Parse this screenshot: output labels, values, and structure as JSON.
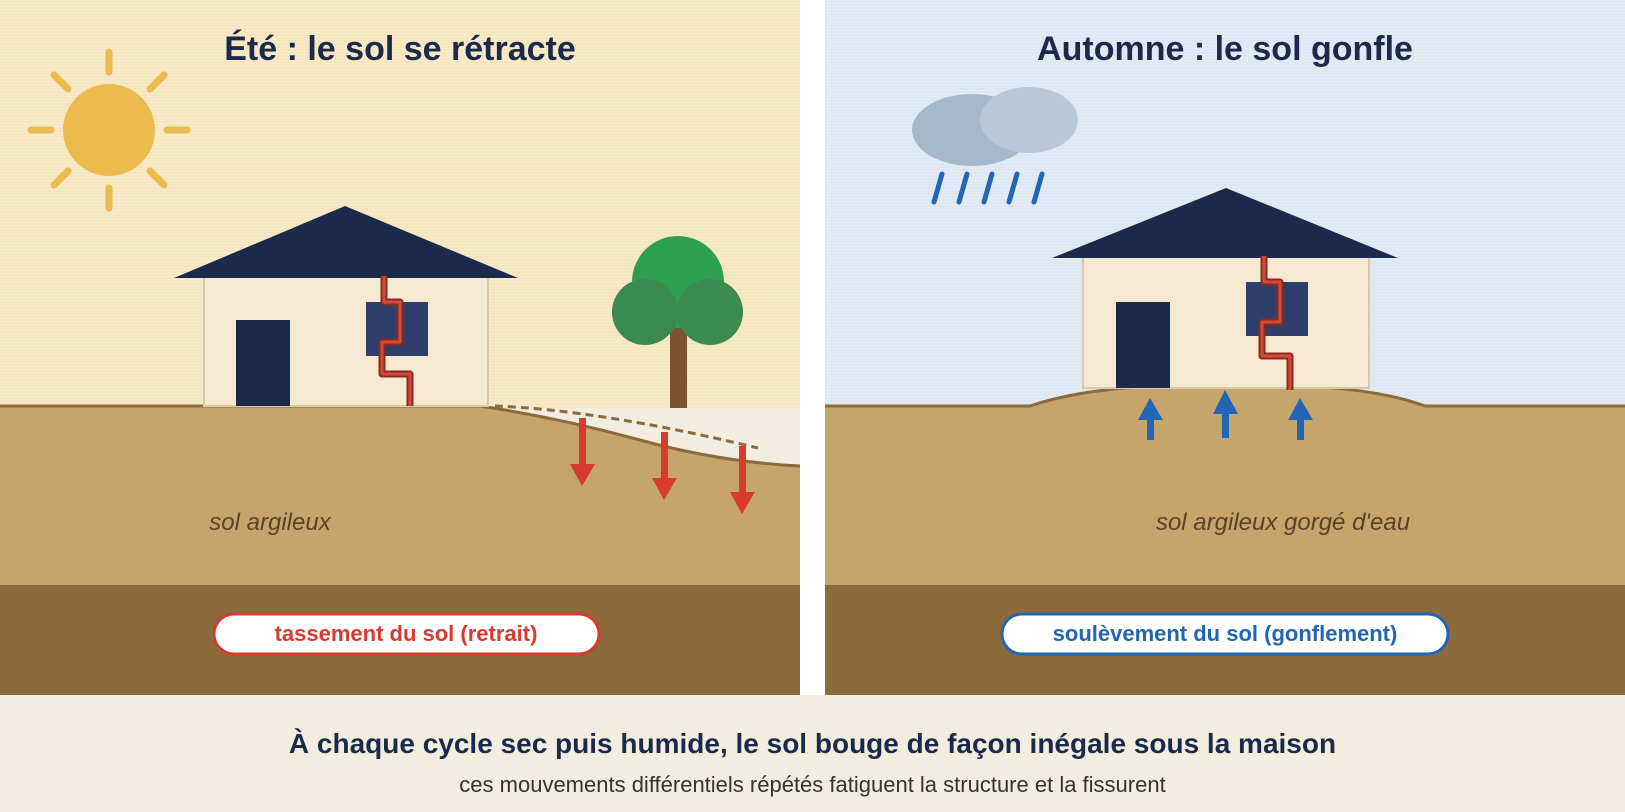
{
  "summer": {
    "title": "Été : le sol se rétracte",
    "soil_label": "sol argileux",
    "badge": "tassement du sol (retrait)",
    "sky_color": "#f5e6bf",
    "accent_color": "#d93a2f"
  },
  "autumn": {
    "title": "Automne : le sol gonfle",
    "soil_label": "sol argileux gorgé d'eau",
    "badge": "soulèvement du sol (gonflement)",
    "sky_color": "#dde8f2",
    "accent_color": "#2266b3"
  },
  "caption": {
    "main": "À chaque cycle sec puis humide, le sol bouge de façon inégale sous la maison",
    "sub": "ces mouvements différentiels répétés fatiguent la structure et la fissurent"
  },
  "colors": {
    "soil": "#c6a56c",
    "deep_soil": "#8b6a3c",
    "roof": "#1b2a4a",
    "wall": "#f5e9d2",
    "crack": "#c0392b",
    "sun": "#ecbb4e",
    "tree_leaves": "#2e9e50",
    "cloud": "#a6b8cc"
  },
  "icons": [
    "sun-icon",
    "rain-cloud-icon",
    "tree-icon",
    "house-icon",
    "down-arrow-icon",
    "up-arrow-icon"
  ]
}
